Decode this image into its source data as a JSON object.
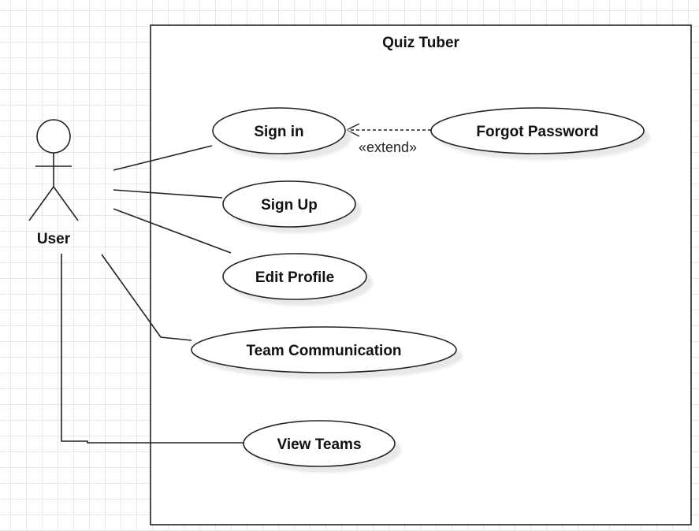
{
  "system": {
    "title": "Quiz Tuber"
  },
  "actor": {
    "name": "User"
  },
  "use_cases": {
    "sign_in": "Sign in",
    "sign_up": "Sign Up",
    "edit_profile": "Edit Profile",
    "team_communication": "Team Communication",
    "view_teams": "View Teams",
    "forgot_password": "Forgot Password"
  },
  "relations": {
    "extend_label": "«extend»"
  },
  "colors": {
    "line": "#222222",
    "shadow": "#e8e8e8",
    "grid": "#e6e6e6"
  }
}
